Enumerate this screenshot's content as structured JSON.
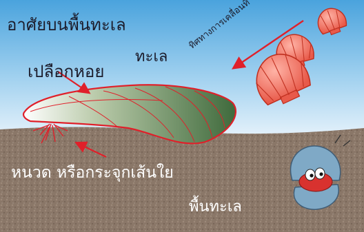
{
  "labels": {
    "title": "อาศัยบนพื้นทะเล",
    "sea": "ทะเล",
    "shell": "เปลือกหอย",
    "byssus": "หนวด หรือกระจุกเส้นใย",
    "seafloor": "พื้นทะเล",
    "direction": "ทิศทางการเคลื่อนที่"
  },
  "colors": {
    "water_top": "#4aa3dd",
    "water_bottom": "#e6f2fb",
    "sand": "#8a7768",
    "shell_dark": "#3f6a3c",
    "shell_light": "#ffffff",
    "outline_red": "#e0202a",
    "scallop": "#ef7a6a"
  },
  "icons": [
    "mussel-icon",
    "scallop-icon",
    "arrow-icon",
    "eye-icon"
  ]
}
